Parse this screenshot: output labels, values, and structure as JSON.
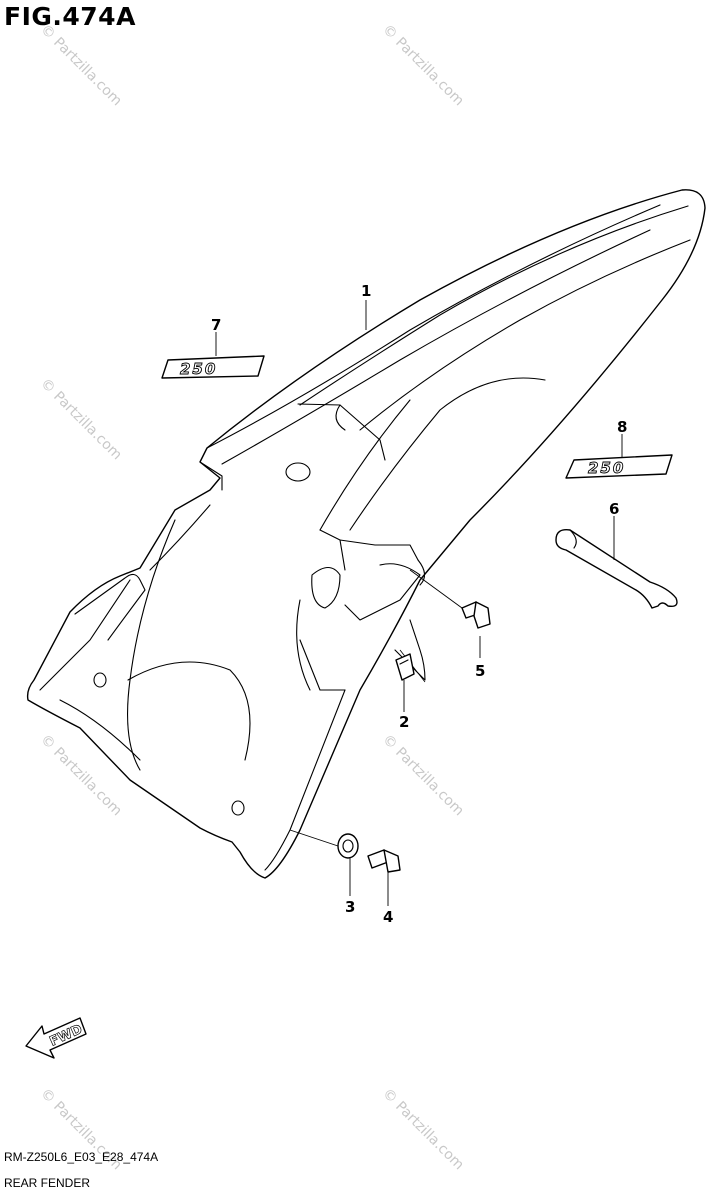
{
  "figure": {
    "title": "FIG.474A",
    "code": "RM-Z250L6_E03_E28_474A",
    "name": "REAR FENDER"
  },
  "watermark": "© Partzilla.com",
  "decal_text": "250",
  "fwd_label": "FWD",
  "callouts": [
    "1",
    "2",
    "3",
    "4",
    "5",
    "6",
    "7",
    "8"
  ]
}
